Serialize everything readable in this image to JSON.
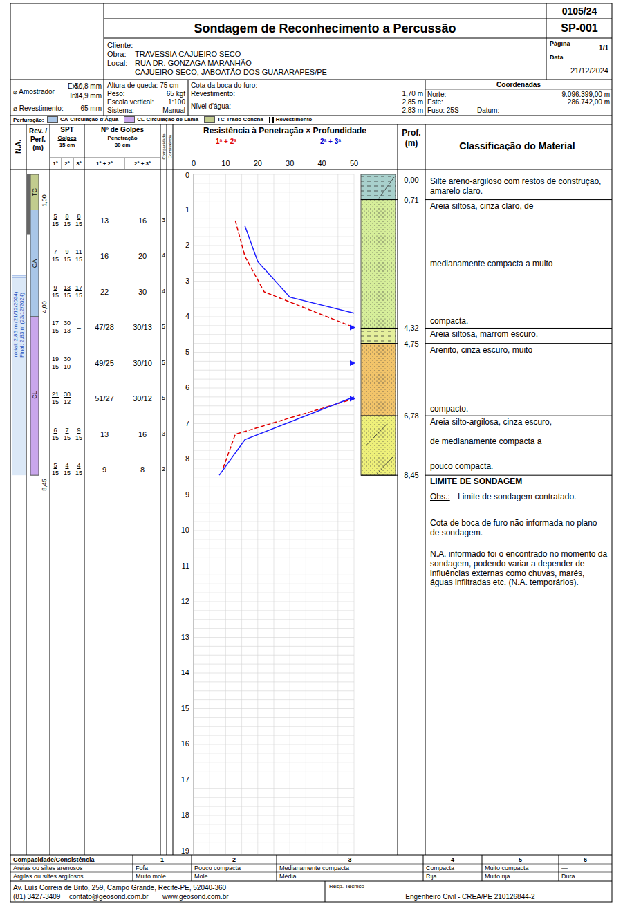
{
  "diagram": {
    "title": "Sondagem de Reconhecimento a Percussão",
    "labels": [
      "0105/24",
      "SP-001",
      "Cliente:",
      "Obra:",
      "TRAVESSIA CAJUEIRO SECO",
      "Local:",
      "RUA DR. GONZAGA MARANHÃO",
      "CAJUEIRO SECO, JABOATÃO DOS GUARARAPES/PE",
      "Página",
      "1/1",
      "Data",
      "21/12/2024",
      "⌀ Amostrador",
      "Ext.:",
      "50,8 mm",
      "Int.:",
      "34,9 mm",
      "⌀ Revestimento:",
      "65 mm",
      "Altura de queda: 75 cm",
      "Peso:",
      "65 kgf",
      "Escala vertical:",
      "1:100",
      "Sistema:",
      "Manual",
      "Cota da boca do furo:",
      "—",
      "Revestimento:",
      "1,70 m",
      "Nível d'água:",
      "2,85 m",
      "2,83 m",
      "Coordenadas",
      "Norte:",
      "9.096.399,00 m",
      "Este:",
      "286.742,00 m",
      "Fuso: 25S",
      "Datum:",
      "—",
      "Perfuração:",
      "N.A.",
      "Rev. /",
      "Perf.",
      "(m)",
      "SPT",
      "Golpes",
      "15 cm",
      "1ª",
      "2ª",
      "3ª",
      "Nº de Golpes",
      "Penetração",
      "30 cm",
      "1ª + 2ª",
      "2ª + 3ª",
      "Compacidade",
      "Consistência",
      "Resistência à Penetração × Profundidade",
      "1ª + 2ª",
      "2ª + 3ª",
      "0",
      "10",
      "20",
      "30",
      "40",
      "50",
      "Prof.",
      "(m)",
      "Classificação do Material",
      "5",
      "15",
      "8",
      "15",
      "8",
      "15",
      "13",
      "16",
      "3",
      "7",
      "15",
      "9",
      "15",
      "11",
      "15",
      "16",
      "20",
      "4",
      "9",
      "15",
      "13",
      "15",
      "17",
      "15",
      "22",
      "30",
      "4",
      "17",
      "15",
      "30",
      "13",
      "–",
      "47/28",
      "30/13",
      "5",
      "19",
      "15",
      "30",
      "10",
      "49/25",
      "30/10",
      "5",
      "21",
      "15",
      "30",
      "12",
      "51/27",
      "30/12",
      "5",
      "6",
      "15",
      "7",
      "15",
      "9",
      "15",
      "13",
      "16",
      "3",
      "5",
      "15",
      "4",
      "15",
      "4",
      "15",
      "9",
      "8",
      "2",
      "0",
      "1",
      "2",
      "3",
      "4",
      "5",
      "6",
      "7",
      "8",
      "9",
      "10",
      "11",
      "12",
      "13",
      "14",
      "15",
      "16",
      "17",
      "18",
      "19",
      "TC",
      "1,00",
      "CA",
      "4,00",
      "CL",
      "8,45",
      "Inicial: 2,85 m (21/12/2024)",
      "Final: 2,83 m (23/12/2024)",
      "0,00",
      "0,71",
      "4,32",
      "4,75",
      "6,78",
      "8,45",
      "Silte areno-argiloso com restos de construção, amarelo claro.",
      "Areia siltosa, cinza claro, de",
      "medianamente compacta a muito",
      "compacta.",
      "Areia siltosa, marrom escuro.",
      "Arenito, cinza escuro, muito",
      "compacto.",
      "Areia silto-argilosa, cinza escuro,",
      "de medianamente compacta a",
      "pouco compacta.",
      "LIMITE DE SONDAGEM",
      "Obs.:",
      "Limite de sondagem contratado.",
      "Cota de boca de furo não informada no plano de sondagem.",
      "N.A. informado foi o encontrado no momento da sondagem, podendo variar a depender de influências externas como chuvas, marés, águas infiltradas etc. (N.A. temporários).",
      "Compacidade/Consistência",
      "1",
      "2",
      "3",
      "4",
      "5",
      "6",
      "Areias ou siltes arenosos",
      "Fofa",
      "Pouco compacta",
      "Medianamente compacta",
      "Compacta",
      "Muito compacta",
      "—",
      "Argilas ou siltes argilosos",
      "Muito mole",
      "Mole",
      "Média",
      "Rija",
      "Muito rija",
      "Dura",
      "Av. Luís Correia de Brito, 259, Campo Grande, Recife-PE, 52040-360",
      "Resp. Técnico",
      "(81) 3427-3409",
      "contato@geosond.com.br",
      "www.geosond.com.br",
      "Engenheiro Civil - CREA/PE 210126844-2"
    ],
    "legend": [
      {
        "text": "CA-Circulação d'Água",
        "color": "#a9c6e8"
      },
      {
        "text": "CL-Circulação de Lama",
        "color": "#c9a6ec"
      },
      {
        "text": "TC-Trado Concha",
        "color": "#c2cc8e"
      },
      {
        "text": "Revestimento"
      }
    ]
  }
}
